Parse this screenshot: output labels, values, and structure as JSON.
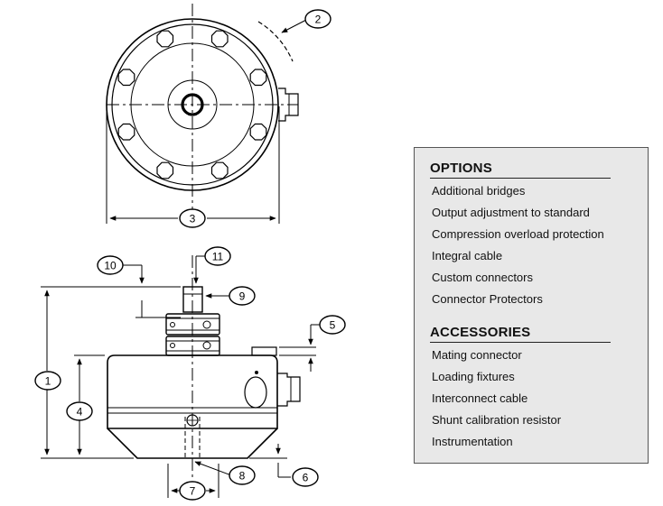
{
  "drawing": {
    "callouts": [
      "1",
      "2",
      "3",
      "4",
      "5",
      "6",
      "7",
      "8",
      "9",
      "10",
      "11"
    ]
  },
  "options": {
    "title": "OPTIONS",
    "items": [
      "Additional bridges",
      "Output adjustment to standard",
      "Compression overload protection",
      "Integral cable",
      "Custom connectors",
      "Connector Protectors"
    ]
  },
  "accessories": {
    "title": "ACCESSORIES",
    "items": [
      "Mating connector",
      "Loading fixtures",
      "Interconnect cable",
      "Shunt calibration resistor",
      "Instrumentation"
    ]
  }
}
